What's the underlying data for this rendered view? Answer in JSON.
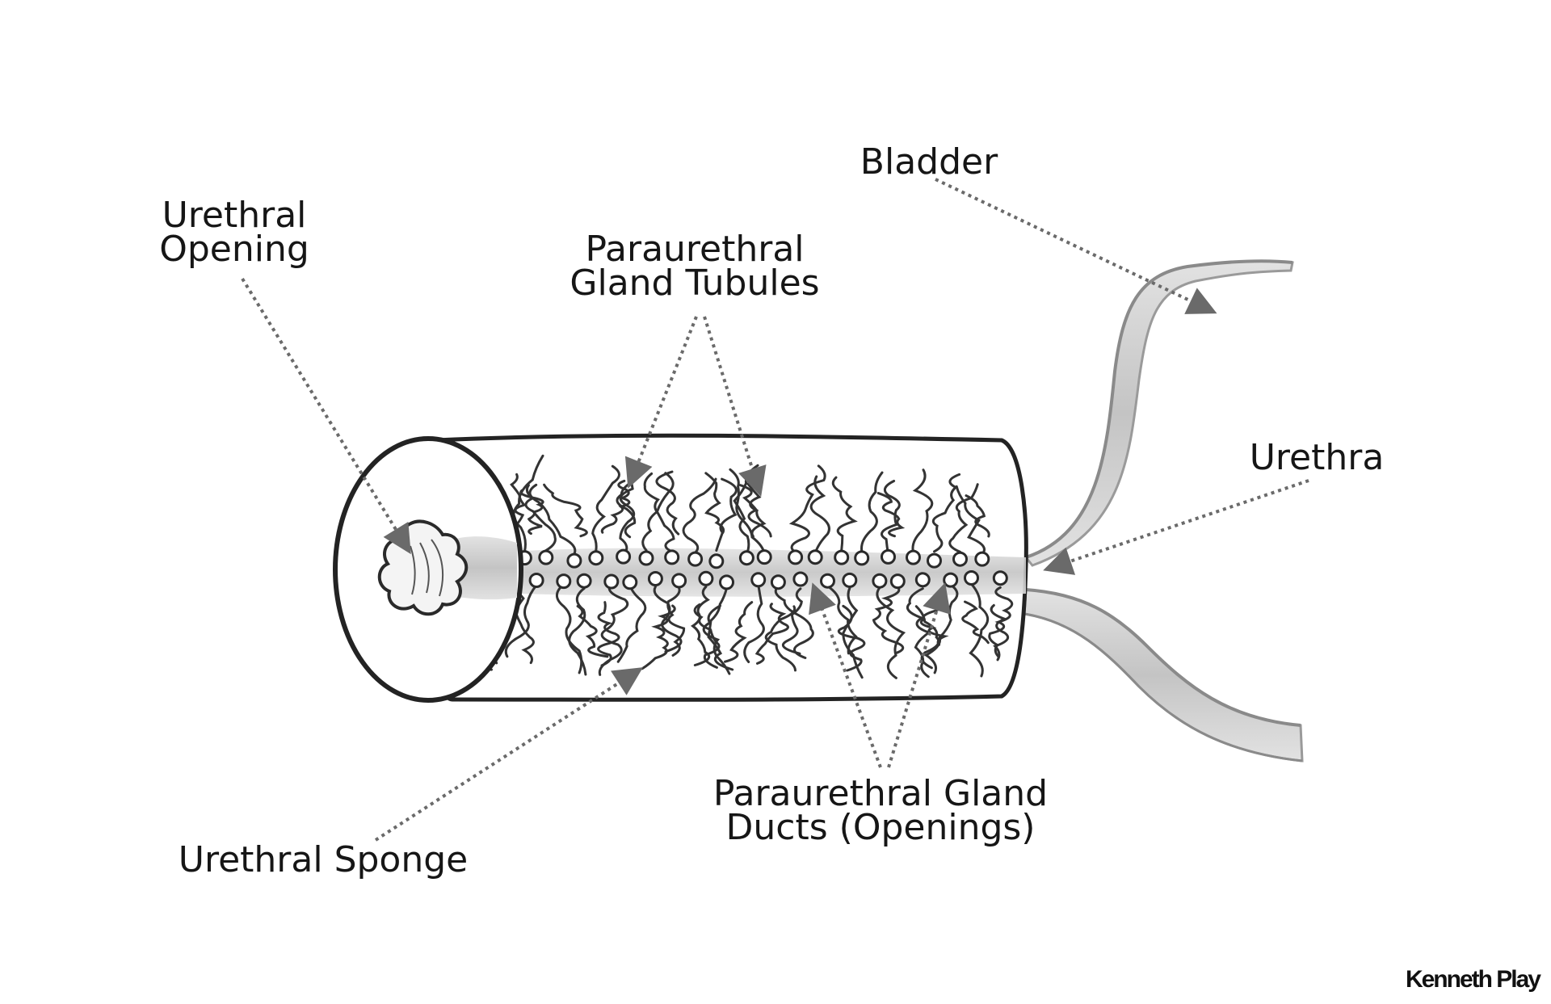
{
  "labels": {
    "bladder": "Bladder",
    "urethral_opening": [
      "Urethral",
      "Opening"
    ],
    "gland_tubules": [
      "Paraurethral",
      "Gland Tubules"
    ],
    "urethra": "Urethra",
    "gland_ducts": [
      "Paraurethral Gland",
      "Ducts (Openings)"
    ],
    "urethral_sponge": "Urethral Sponge"
  },
  "brand": "Kenneth Play",
  "colors": {
    "outline": "#232323",
    "shading": "#bdbdbd",
    "arrow": "#6a6a6a",
    "text": "#161616"
  }
}
